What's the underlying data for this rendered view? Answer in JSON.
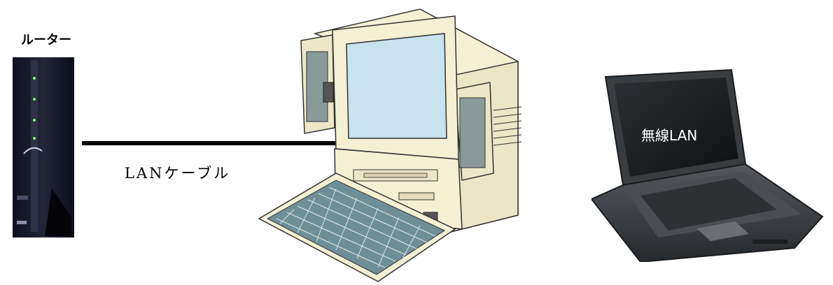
{
  "router": {
    "label": "ルーター"
  },
  "cable": {
    "label": "LANケーブル"
  },
  "laptop": {
    "screen_text": "無線LAN"
  },
  "colors": {
    "router_body": "#1a1d2e",
    "desktop_beige": "#f3f0d4",
    "monitor_screen": "#c8e2ee",
    "keyboard_keys": "#6f8f98",
    "laptop_body": "#3a3d40"
  }
}
